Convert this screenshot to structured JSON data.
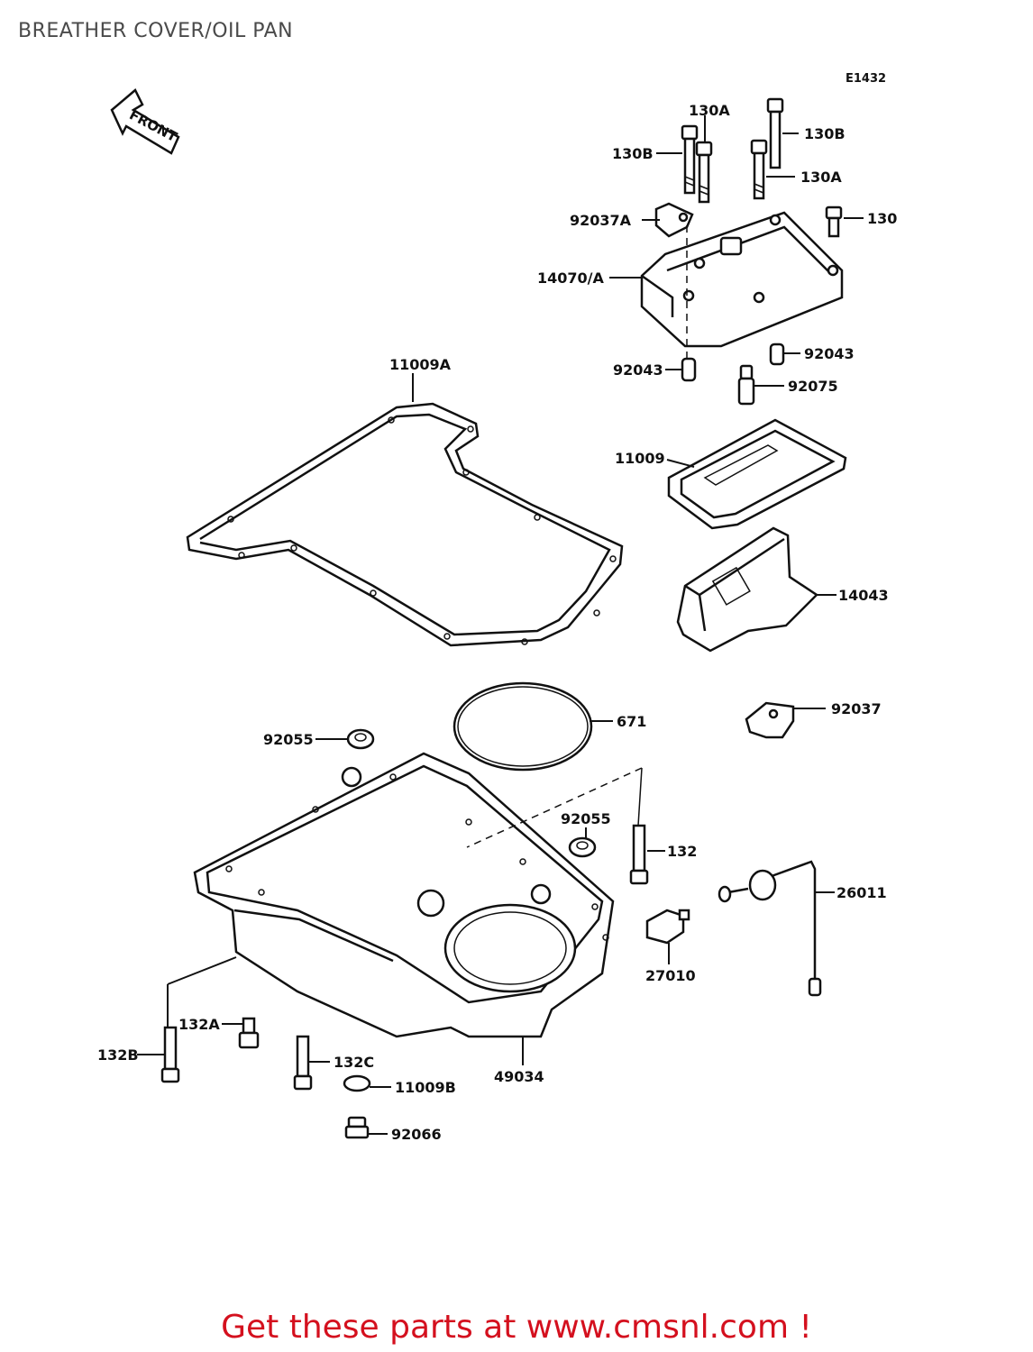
{
  "page": {
    "title": "BREATHER COVER/OIL PAN",
    "diagram_code": "E1432",
    "front_label": "FRONT",
    "footer": "Get these parts at www.cmsnl.com !"
  },
  "parts": [
    {
      "id": "130A-top",
      "label": "130A"
    },
    {
      "id": "130B-left",
      "label": "130B"
    },
    {
      "id": "130B-right",
      "label": "130B"
    },
    {
      "id": "130A-right",
      "label": "130A"
    },
    {
      "id": "92037A",
      "label": "92037A"
    },
    {
      "id": "130",
      "label": "130"
    },
    {
      "id": "14070A",
      "label": "14070/A"
    },
    {
      "id": "92043-right",
      "label": "92043"
    },
    {
      "id": "92043-left",
      "label": "92043"
    },
    {
      "id": "92075",
      "label": "92075"
    },
    {
      "id": "11009A",
      "label": "11009A"
    },
    {
      "id": "11009",
      "label": "11009"
    },
    {
      "id": "14043",
      "label": "14043"
    },
    {
      "id": "671",
      "label": "671"
    },
    {
      "id": "92037",
      "label": "92037"
    },
    {
      "id": "92055-left",
      "label": "92055"
    },
    {
      "id": "92055-right",
      "label": "92055"
    },
    {
      "id": "132",
      "label": "132"
    },
    {
      "id": "26011",
      "label": "26011"
    },
    {
      "id": "27010",
      "label": "27010"
    },
    {
      "id": "132A",
      "label": "132A"
    },
    {
      "id": "132B",
      "label": "132B"
    },
    {
      "id": "132C",
      "label": "132C"
    },
    {
      "id": "49034",
      "label": "49034"
    },
    {
      "id": "11009B",
      "label": "11009B"
    },
    {
      "id": "92066",
      "label": "92066"
    }
  ]
}
